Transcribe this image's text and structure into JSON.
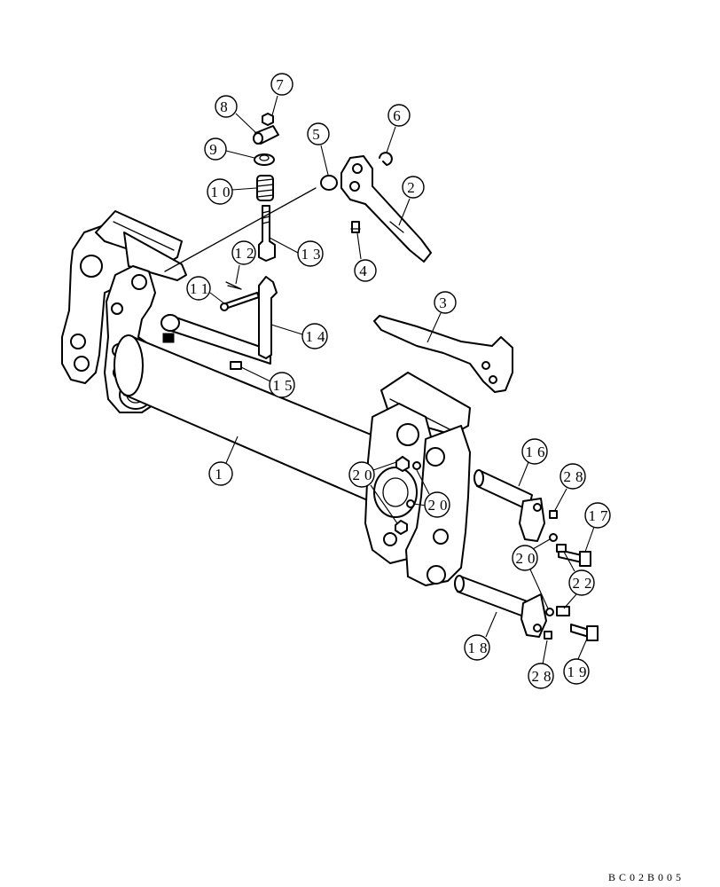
{
  "drawing_code": "BC02B005",
  "callouts": [
    {
      "id": "c7",
      "label": "7"
    },
    {
      "id": "c8",
      "label": "8"
    },
    {
      "id": "c9",
      "label": "9"
    },
    {
      "id": "c10",
      "label": "10"
    },
    {
      "id": "c5",
      "label": "5"
    },
    {
      "id": "c6",
      "label": "6"
    },
    {
      "id": "c2",
      "label": "2"
    },
    {
      "id": "c4",
      "label": "4"
    },
    {
      "id": "c12",
      "label": "12"
    },
    {
      "id": "c13",
      "label": "13"
    },
    {
      "id": "c11",
      "label": "11"
    },
    {
      "id": "c14",
      "label": "14"
    },
    {
      "id": "c15",
      "label": "15"
    },
    {
      "id": "c3",
      "label": "3"
    },
    {
      "id": "c1",
      "label": "1"
    },
    {
      "id": "c16",
      "label": "16"
    },
    {
      "id": "c20a",
      "label": "20"
    },
    {
      "id": "c20b",
      "label": "20"
    },
    {
      "id": "c28a",
      "label": "28"
    },
    {
      "id": "c17",
      "label": "17"
    },
    {
      "id": "c20c",
      "label": "20"
    },
    {
      "id": "c22",
      "label": "22"
    },
    {
      "id": "c18",
      "label": "18"
    },
    {
      "id": "c28b",
      "label": "28"
    },
    {
      "id": "c19",
      "label": "19"
    }
  ]
}
